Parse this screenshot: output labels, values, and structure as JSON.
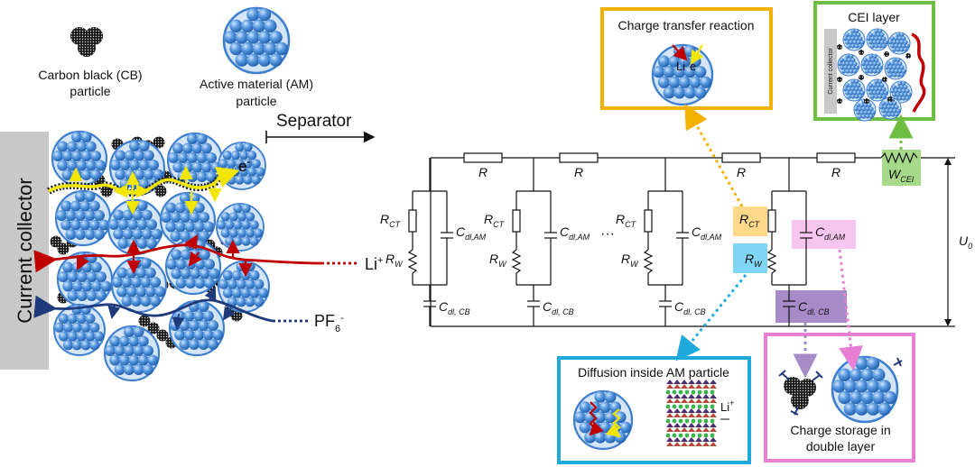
{
  "legend": {
    "cb_line1": "Carbon black (CB)",
    "cb_line2": "particle",
    "am_line1": "Active material (AM)",
    "am_line2": "particle"
  },
  "left": {
    "current_collector": "Current collector",
    "separator": "Separator",
    "electron": "e",
    "electron_sup": "-",
    "li_label": "Li",
    "li_sup": "+",
    "pf_label": "PF",
    "pf_sub": "6",
    "pf_sup": "-"
  },
  "circuit": {
    "R1": "R",
    "R2": "R",
    "R3": "R",
    "R4": "R",
    "rct1": "R",
    "rct1_sub": "CT",
    "rct2": "R",
    "rct2_sub": "CT",
    "rct3": "R",
    "rct3_sub": "CT",
    "rct4": "R",
    "rct4_sub": "CT",
    "rw1": "R",
    "rw1_sub": "W",
    "rw2": "R",
    "rw2_sub": "W",
    "rw3": "R",
    "rw3_sub": "W",
    "rw4": "R",
    "rw4_sub": "W",
    "cdlam1": "C",
    "cdlam1_sub": "dl,AM",
    "cdlam2": "C",
    "cdlam2_sub": "dl,AM",
    "cdlam3": "C",
    "cdlam3_sub": "dl,AM",
    "cdlam4": "C",
    "cdlam4_sub": "dl,AM",
    "cdlcb1": "C",
    "cdlcb1_sub": "dl, CB",
    "cdlcb2": "C",
    "cdlcb2_sub": "dl, CB",
    "cdlcb3": "C",
    "cdlcb3_sub": "dl, CB",
    "cdlcb4": "C",
    "cdlcb4_sub": "dl, CB",
    "wcei": "W",
    "wcei_sub": "CEI",
    "u0": "U",
    "u0_sub": "0",
    "dots": "···"
  },
  "insets": {
    "charge_transfer_title": "Charge transfer reaction",
    "ct_li": "Li",
    "ct_e": "e",
    "cei_title": "CEI layer",
    "cei_collector": "Current collector",
    "diffusion_title": "Diffusion inside AM particle",
    "diffusion_li": "Li",
    "diffusion_li_sup": "+",
    "storage_line1": "Charge storage in",
    "storage_line2": "double layer"
  },
  "colors": {
    "am_particle": "#3f7fd0",
    "cb_particle": "#1a1a1a",
    "li_path": "#c00000",
    "pf6_path": "#1f3a7a",
    "electron_path": "#f2e600",
    "charge_transfer_box": "#f2b000",
    "cei_box": "#6fbe44",
    "diffusion_box": "#1fa8dc",
    "storage_box": "#e77fd3",
    "rct_highlight": "#ffd98a",
    "rw_highlight": "#7fd6f2",
    "cdlam_highlight": "#f7c6f0",
    "cdlcb_highlight": "#a68bc7",
    "wcei_highlight": "#a6d98a"
  }
}
